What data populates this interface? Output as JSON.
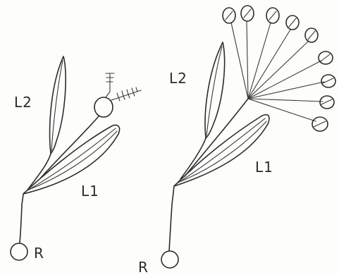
{
  "colors": {
    "ink": "#2c2c2c",
    "paper": "#fdfdfb"
  },
  "left_plant": {
    "leaf1_label": "L1",
    "leaf2_label": "L2",
    "root_label": "R"
  },
  "right_plant": {
    "leaf1_label": "L1",
    "leaf2_label": "L2",
    "root_label": "R"
  }
}
